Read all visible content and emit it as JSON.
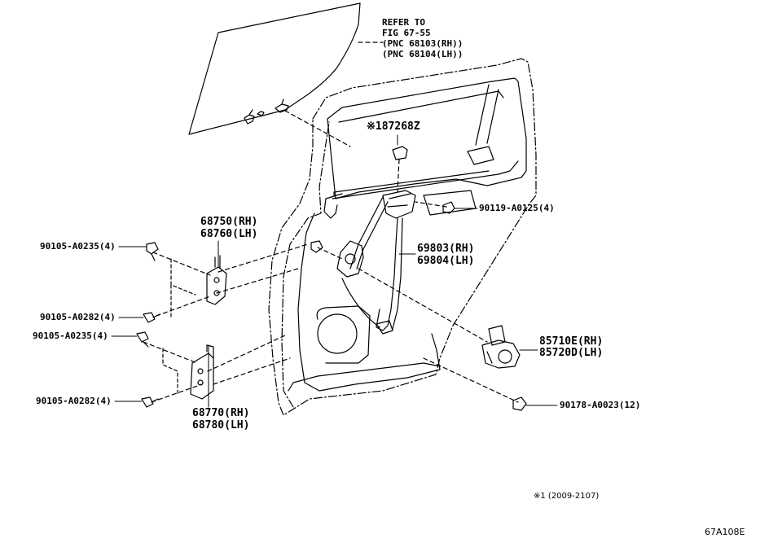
{
  "refer": {
    "line1": "REFER TO",
    "line2": "FIG 67-55",
    "line3": "(PNC 68103(RH))",
    "line4": "(PNC 68104(LH))"
  },
  "parts": {
    "clip": "※187268Z",
    "bolt_top_right": "90119-A0125(4)",
    "upper_hinge_rh": "68750(RH)",
    "upper_hinge_lh": "68760(LH)",
    "regulator_rh": "69803(RH)",
    "regulator_lh": "69804(LH)",
    "bolt_upper_hinge_1": "90105-A0235(4)",
    "bolt_upper_hinge_2": "90105-A0282(4)",
    "bolt_lower_hinge_1": "90105-A0235(4)",
    "bolt_lower_hinge_2": "90105-A0282(4)",
    "motor_rh": "85710E(RH)",
    "motor_lh": "85720D(LH)",
    "nut_bottom": "90178-A0023(12)",
    "lower_hinge_rh": "68770(RH)",
    "lower_hinge_lh": "68780(LH)"
  },
  "footnote": "※1 (2009-2107)",
  "figure_id": "67A108E"
}
